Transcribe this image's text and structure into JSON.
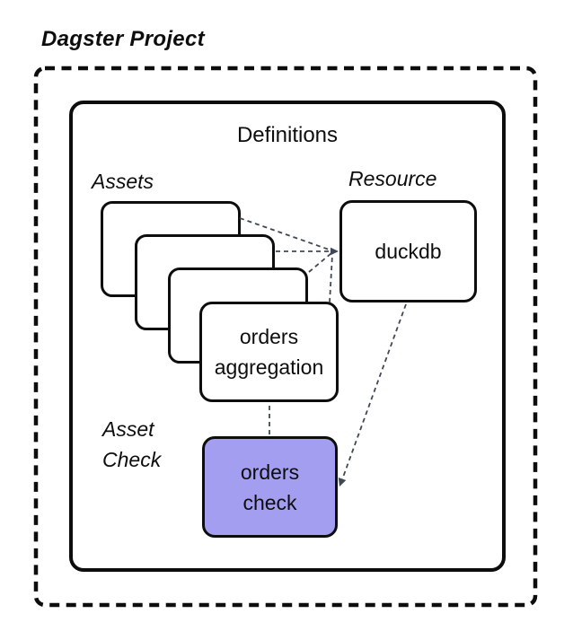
{
  "project": {
    "title": "Dagster Project"
  },
  "definitions": {
    "label": "Definitions"
  },
  "assets": {
    "group_label": "Assets",
    "stack_count": 4,
    "front_card_label": [
      "orders",
      "aggregation"
    ]
  },
  "resource": {
    "group_label": "Resource",
    "node_label": "duckdb"
  },
  "asset_check": {
    "group_label": [
      "Asset",
      "Check"
    ],
    "node_label": [
      "orders",
      "check"
    ]
  },
  "edges": [
    {
      "from": "asset-card-1",
      "to": "duckdb"
    },
    {
      "from": "asset-card-2",
      "to": "duckdb"
    },
    {
      "from": "asset-card-3",
      "to": "duckdb"
    },
    {
      "from": "orders-aggregation",
      "to": "duckdb"
    },
    {
      "from": "orders-aggregation",
      "to": "orders-check"
    },
    {
      "from": "duckdb",
      "to": "orders-check"
    }
  ],
  "colors": {
    "asset_check_fill": "#a49ef0",
    "connector": "#3f4854",
    "border": "#0d0d0d",
    "background": "#ffffff"
  }
}
